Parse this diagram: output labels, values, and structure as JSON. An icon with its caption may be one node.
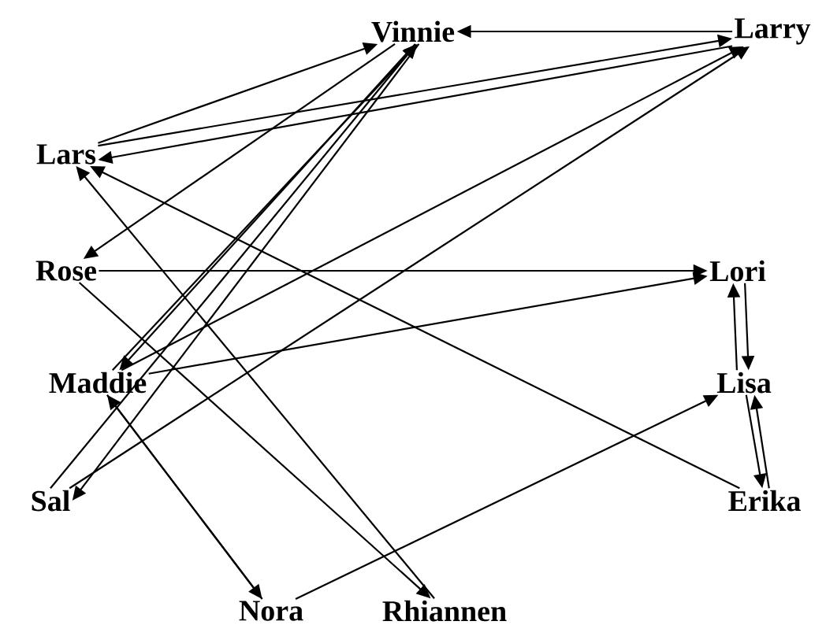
{
  "diagram": {
    "nodes": [
      {
        "text": [
          "Vinnie"
        ]
      },
      {
        "text": [
          "Larry"
        ]
      },
      {
        "text": [
          "Lars"
        ]
      },
      {
        "text": [
          "Rose"
        ]
      },
      {
        "text": [
          "Lori"
        ]
      },
      {
        "text": [
          "Maddie"
        ]
      },
      {
        "text": [
          "Lisa"
        ]
      },
      {
        "text": [
          "Sal"
        ]
      },
      {
        "text": [
          "Erika"
        ]
      },
      {
        "text": [
          "Nora"
        ]
      },
      {
        "text": [
          "Rhiannen"
        ]
      }
    ],
    "edges": [
      {
        "from": 1,
        "to": 0,
        "arrow": "to"
      },
      {
        "from": 2,
        "to": 1,
        "arrow": "to"
      },
      {
        "from": 1,
        "to": 2,
        "arrow": "to"
      },
      {
        "from": 2,
        "to": 0,
        "arrow": "to"
      },
      {
        "from": 0,
        "to": 3,
        "arrow": "to"
      },
      {
        "from": 0,
        "to": 5,
        "arrow": "to"
      },
      {
        "from": 5,
        "to": 0,
        "arrow": "to"
      },
      {
        "from": 7,
        "to": 0,
        "arrow": "to"
      },
      {
        "from": 0,
        "to": 7,
        "arrow": "to"
      },
      {
        "from": 5,
        "to": 1,
        "arrow": "to"
      },
      {
        "from": 7,
        "to": 1,
        "arrow": "to"
      },
      {
        "from": 3,
        "to": 4,
        "arrow": "to"
      },
      {
        "from": 3,
        "to": 10,
        "arrow": "to"
      },
      {
        "from": 5,
        "to": 4,
        "arrow": "to"
      },
      {
        "from": 4,
        "to": 6,
        "arrow": "to"
      },
      {
        "from": 6,
        "to": 4,
        "arrow": "to"
      },
      {
        "from": 5,
        "to": 9,
        "arrow": "to"
      },
      {
        "from": 9,
        "to": 5,
        "arrow": "to"
      },
      {
        "from": 9,
        "to": 6,
        "arrow": "to"
      },
      {
        "from": 6,
        "to": 8,
        "arrow": "to"
      },
      {
        "from": 8,
        "to": 6,
        "arrow": "to"
      },
      {
        "from": 8,
        "to": 2,
        "arrow": "to"
      },
      {
        "from": 10,
        "to": 2,
        "arrow": "to"
      }
    ]
  }
}
